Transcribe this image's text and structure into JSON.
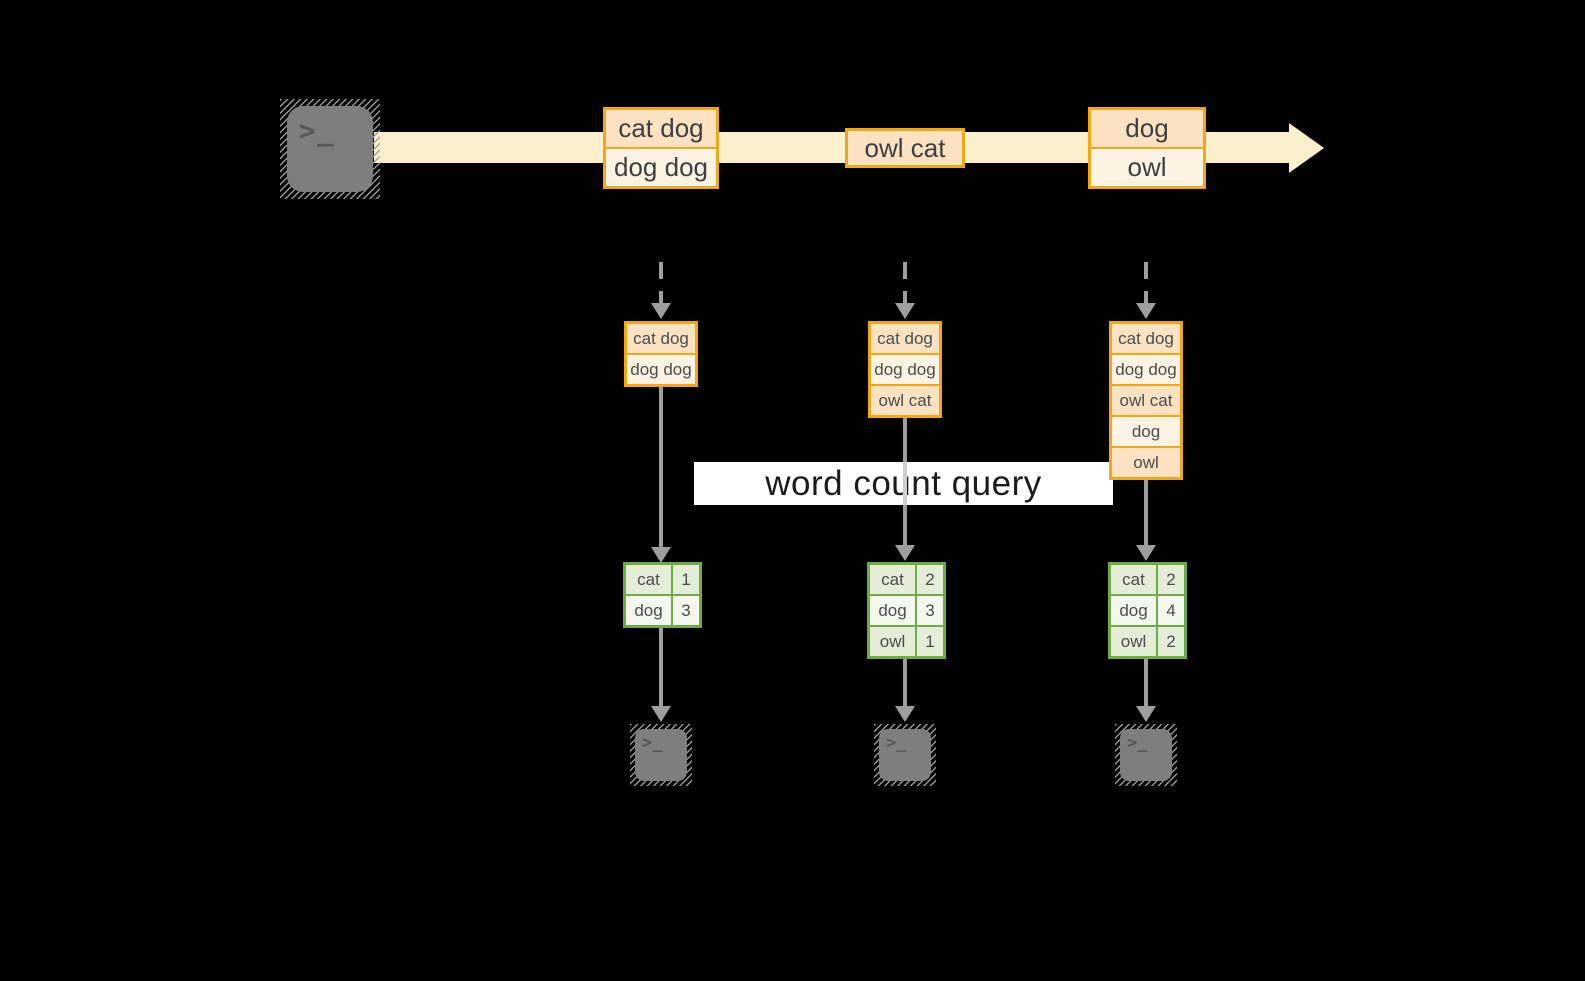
{
  "query_label": "word count query",
  "terminal_glyph": ">_",
  "colors": {
    "background": "#000000",
    "stream_band": "#FBF0CC",
    "orange_border": "#F3A712",
    "peach_fill": "#FAE2C2",
    "cream_fill": "#FDF3E4",
    "green_border": "#6FAC43",
    "green_fill": "#E3EDD7",
    "green_fill_light": "#F3F7EE",
    "arrow_gray": "#9E9E9E",
    "terminal_gray": "#7E7E7E",
    "query_bg": "#FFFFFF"
  },
  "stream": {
    "batches": [
      {
        "rows": [
          "cat dog",
          "dog dog"
        ]
      },
      {
        "rows": [
          "owl cat"
        ]
      },
      {
        "rows": [
          "dog",
          "owl"
        ]
      }
    ]
  },
  "columns": [
    {
      "state_rows": [
        "cat dog",
        "dog dog"
      ],
      "counts": [
        [
          "cat",
          "1"
        ],
        [
          "dog",
          "3"
        ]
      ]
    },
    {
      "state_rows": [
        "cat dog",
        "dog dog",
        "owl cat"
      ],
      "counts": [
        [
          "cat",
          "2"
        ],
        [
          "dog",
          "3"
        ],
        [
          "owl",
          "1"
        ]
      ]
    },
    {
      "state_rows": [
        "cat dog",
        "dog dog",
        "owl cat",
        "dog",
        "owl"
      ],
      "counts": [
        [
          "cat",
          "2"
        ],
        [
          "dog",
          "4"
        ],
        [
          "owl",
          "2"
        ]
      ]
    }
  ]
}
